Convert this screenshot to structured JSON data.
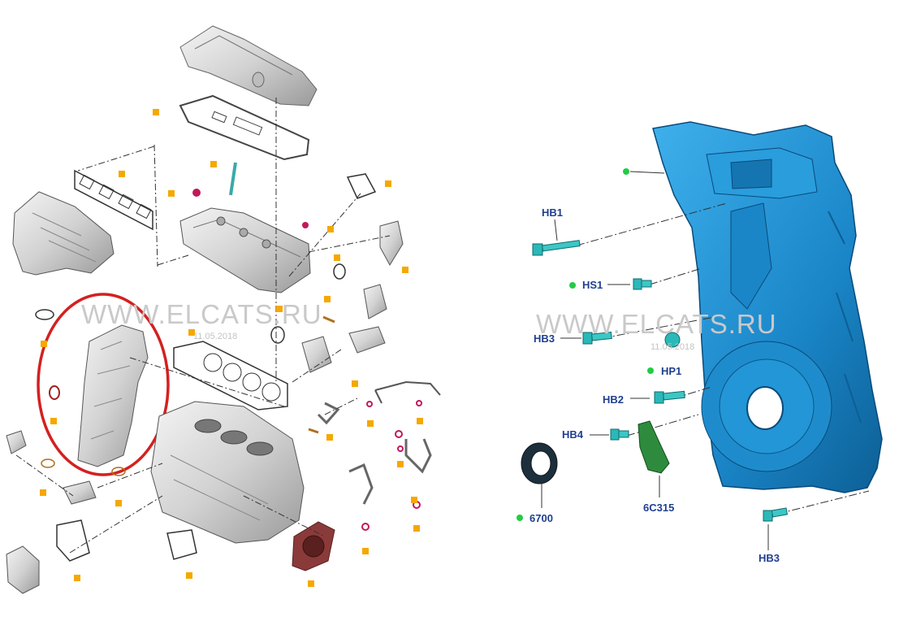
{
  "watermark": {
    "text": "WWW.ELCATS.RU",
    "date": "11.05.2018"
  },
  "detail": {
    "callouts": {
      "hb1": "HB1",
      "hs1": "HS1",
      "hb3_top": "HB3",
      "hp1": "HP1",
      "hb2": "HB2",
      "hb4": "HB4",
      "seal": "6700",
      "sensor": "6C315",
      "hb3_bottom": "HB3"
    }
  },
  "colors": {
    "marker_orange": "#f5a800",
    "marker_green": "#22cc44",
    "cover_blue": "#1f8fd0",
    "bolt_teal": "#2bb8b8",
    "sensor_green": "#2e8b3d",
    "highlight_red": "#d42020",
    "callout_text": "#1f3f8f",
    "rear_seal": "#8b3a3a"
  },
  "icons": {
    "marker": "square-marker-icon",
    "green_marker": "green-dot-icon"
  }
}
